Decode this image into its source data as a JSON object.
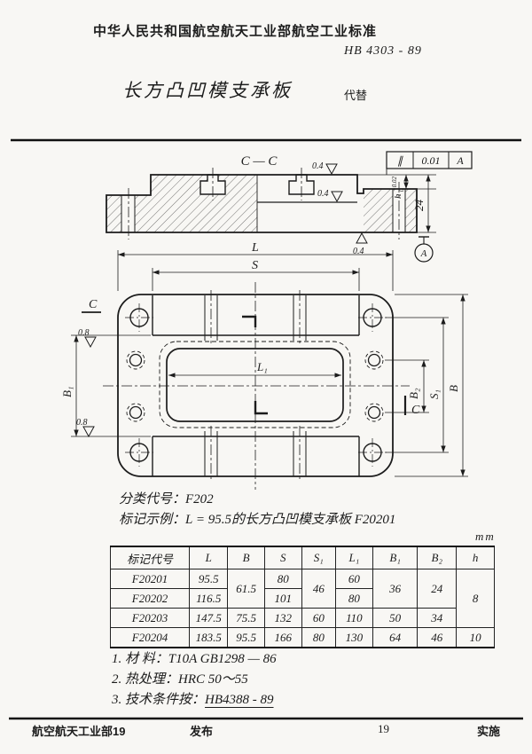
{
  "header": {
    "standard_body": "中华人民共和国航空航天工业部航空工业标准",
    "standard_number": "HB 4303 - 89",
    "title": "长方凸凹模支承板",
    "supersedes_label": "代替"
  },
  "drawing": {
    "section_title": "C — C",
    "feature_control": {
      "symbol": "∥",
      "tolerance": "0.01",
      "datum": "A"
    },
    "datum_flag": "A",
    "thickness_dim": "24",
    "step_dim": {
      "letter": "h",
      "upper": "+0.02",
      "lower": "0"
    },
    "roughness_04": "0.4",
    "roughness_08": "0.8",
    "section_letter": "C",
    "dims": {
      "L": "L",
      "S": "S",
      "L1": "L₁",
      "B": "B",
      "B1": "B₁",
      "B2": "B₂",
      "S1": "S₁"
    }
  },
  "classification": {
    "code_label": "分类代号：",
    "code": "F202",
    "example_label": "标记示例：",
    "example": "L = 95.5的长方凸凹模支承板  F20201"
  },
  "table": {
    "unit": "mm",
    "headers": [
      "标记代号",
      "L",
      "B",
      "S",
      "S₁",
      "L₁",
      "B₁",
      "B₂",
      "h"
    ],
    "rows": {
      "r1": {
        "code": "F20201",
        "l": "95.5",
        "b": "61.5",
        "s": "80",
        "s1": "46",
        "l1": "60",
        "b1": "36",
        "b2": "24",
        "h": "8"
      },
      "r2": {
        "code": "F20202",
        "l": "116.5",
        "s": "101",
        "l1": "80"
      },
      "r3": {
        "code": "F20203",
        "l": "147.5",
        "b": "75.5",
        "s": "132",
        "s1": "60",
        "l1": "110",
        "b1": "50",
        "b2": "34"
      },
      "r4": {
        "code": "F20204",
        "l": "183.5",
        "b": "95.5",
        "s": "166",
        "s1": "80",
        "l1": "130",
        "b1": "64",
        "b2": "46",
        "h": "10"
      }
    }
  },
  "notes": {
    "n1": "1. 材  料：T10A   GB1298 — 86",
    "n2": "2. 热处理：HRC 50～55",
    "n3_label": "3. 技术条件按：",
    "n3_value": "HB4388 - 89"
  },
  "footer": {
    "issuer": "航空航天工业部19",
    "issue_label": "发布",
    "page_number": "19",
    "implement_label": "实施"
  }
}
